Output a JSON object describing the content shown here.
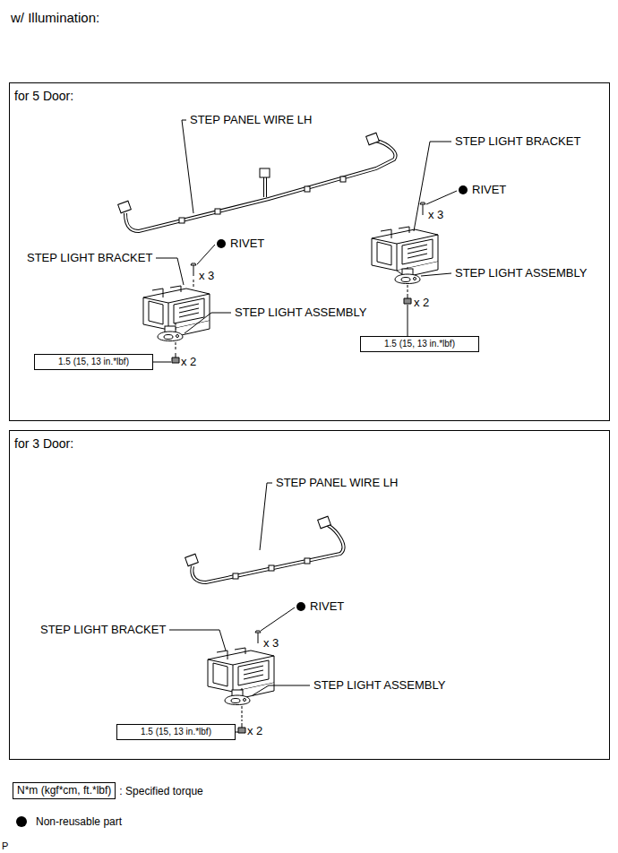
{
  "diagram": {
    "title": "w/ Illumination:",
    "nodes": [
      {
        "text": [
          "for 5 Door:"
        ]
      },
      {
        "text": [
          "1.5 (15, 13 in.*lbf)"
        ],
        "in": 0
      },
      {
        "text": [
          "1.5 (15, 13 in.*lbf)"
        ],
        "in": 0
      },
      {
        "text": [
          "for 3 Door:"
        ]
      },
      {
        "text": [
          "1.5 (15, 13 in.*lbf)"
        ],
        "in": 3
      },
      {
        "text": [
          "N*m (kgf*cm, ft.*lbf)"
        ]
      }
    ],
    "labels": [
      "STEP PANEL WIRE LH",
      "STEP LIGHT BRACKET",
      "RIVET",
      "x 3",
      "STEP LIGHT BRACKET",
      "RIVET",
      "x 3",
      "STEP LIGHT ASSEMBLY",
      "STEP LIGHT ASSEMBLY",
      "x 2",
      "x 2",
      "STEP PANEL WIRE LH",
      "RIVET",
      "STEP LIGHT BRACKET",
      "x 3",
      "STEP LIGHT ASSEMBLY",
      "x 2",
      "P"
    ],
    "legend": [
      {
        "text": ": Specified torque"
      },
      {
        "text": "Non-reusable part"
      }
    ]
  }
}
